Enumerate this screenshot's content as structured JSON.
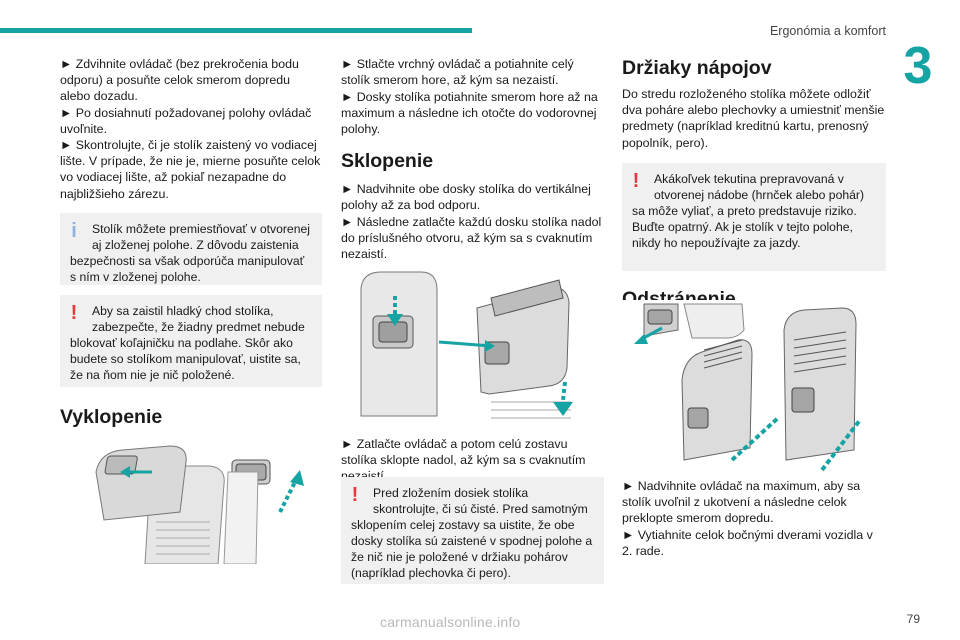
{
  "header": {
    "title": "Ergonómia a komfort",
    "chapter": "3"
  },
  "page_number": "79",
  "watermark": "carmanualsonline.info",
  "col1": {
    "steps": [
      "► Zdvihnite ovládač (bez prekročenia bodu odporu) a posuňte celok smerom dopredu alebo dozadu.",
      "► Po dosiahnutí požadovanej polohy ovládač uvoľnite.",
      "► Skontrolujte, či je stolík zaistený vo vodiacej lište. V prípade, že nie je, mierne posuňte celok vo vodiacej lište, až pokiaľ nezapadne do najbližšieho zárezu."
    ],
    "info_first": "Stolík môžete premiestňovať v otvorenej aj zloženej polohe. Z dôvodu zaistenia",
    "info_rest": "bezpečnosti sa však odporúča manipulovať s ním v zloženej polohe.",
    "warn_first": "Aby sa zaistil hladký chod stolíka, zabezpečte, že žiadny predmet nebude",
    "warn_rest": "blokovať koľajničku na podlahe. Skôr ako budete so stolíkom manipulovať, uistite sa, že na ňom nie je nič položené.",
    "heading_unfold": "Vyklopenie"
  },
  "col2": {
    "steps_top": [
      "► Stlačte vrchný ovládač a potiahnite celý stolík smerom hore, až kým sa nezaistí.",
      "► Dosky stolíka potiahnite smerom hore až na maximum a následne ich otočte do vodorovnej polohy."
    ],
    "heading_fold": "Sklopenie",
    "steps_fold": [
      "► Nadvihnite obe dosky stolíka do vertikálnej polohy až za bod odporu.",
      "► Následne zatlačte každú dosku stolíka nadol do príslušného otvoru, až kým sa s cvaknutím nezaistí."
    ],
    "step_after": "► Zatlačte ovládač a potom celú zostavu stolíka sklopte nadol, až kým sa s cvaknutím nezaistí.",
    "warn_first": "Pred zložením dosiek stolíka skontrolujte, či sú čisté. Pred samotným",
    "warn_rest": "sklopením celej zostavy sa uistite, že obe dosky stolíka sú zaistené v spodnej polohe a že nič nie je položené v držiaku pohárov (napríklad plechovka či pero)."
  },
  "col3": {
    "heading_cups": "Držiaky nápojov",
    "cups_text": "Do stredu rozloženého stolíka môžete odložiť dva poháre alebo plechovky a umiestniť menšie predmety (napríklad kreditnú kartu, prenosný popolník, pero).",
    "warn_first": "Akákoľvek tekutina prepravovaná v otvorenej nádobe (hrnček alebo pohár)",
    "warn_rest": "sa môže vyliať, a preto predstavuje riziko. Buďte opatrný. Ak je stolík v tejto polohe, nikdy ho nepoužívajte za jazdy.",
    "heading_remove": "Odstránenie",
    "steps_remove": [
      "► Nadvihnite ovládač na maximum, aby sa stolík uvoľnil z ukotvení a následne celok preklopte smerom dopredu.",
      "► Vytiahnite celok bočnými dverami vozidla v 2. rade."
    ]
  },
  "colors": {
    "accent": "#15a3a3",
    "warning": "#e8383b",
    "info": "#8fb3dd",
    "box_bg": "#f0f0f0"
  }
}
